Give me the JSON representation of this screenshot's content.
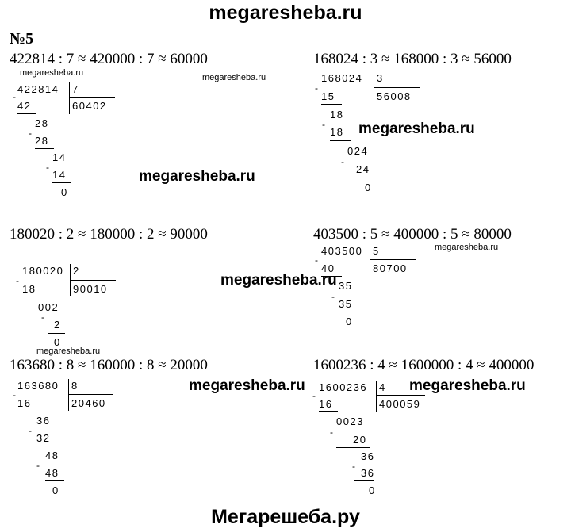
{
  "header": {
    "site": "megaresheba.ru",
    "number": "№5"
  },
  "footer": {
    "site": "Мегарешеба.ру"
  },
  "watermark": {
    "text": "megaresheba.ru"
  },
  "problems": [
    {
      "equation": "422814 : 7 ≈ 420000 : 7 ≈ 60000",
      "dividend": "422814",
      "divisor": "7",
      "quotient": "60402",
      "steps": [
        "42",
        "28",
        "28",
        "14",
        "14",
        "0"
      ]
    },
    {
      "equation": "168024 : 3 ≈ 168000 : 3 ≈ 56000",
      "dividend": "168024",
      "divisor": "3",
      "quotient": "56008",
      "steps": [
        "15",
        "18",
        "18",
        "024",
        "24",
        "0"
      ]
    },
    {
      "equation": "180020 : 2 ≈ 180000 : 2 ≈ 90000",
      "dividend": "180020",
      "divisor": "2",
      "quotient": "90010",
      "steps": [
        "18",
        "002",
        "2",
        "0"
      ]
    },
    {
      "equation": "403500 : 5 ≈ 400000 : 5 ≈ 80000",
      "dividend": "403500",
      "divisor": "5",
      "quotient": "80700",
      "steps": [
        "40",
        "35",
        "35",
        "0"
      ]
    },
    {
      "equation": "163680 : 8 ≈ 160000 : 8 ≈ 20000",
      "dividend": "163680",
      "divisor": "8",
      "quotient": "20460",
      "steps": [
        "16",
        "36",
        "32",
        "48",
        "48",
        "0"
      ]
    },
    {
      "equation": "1600236 : 4 ≈ 1600000 : 4 ≈ 400000",
      "dividend": "1600236",
      "divisor": "4",
      "quotient": "400059",
      "steps": [
        "16",
        "0023",
        "20",
        "36",
        "36",
        "0"
      ]
    }
  ]
}
